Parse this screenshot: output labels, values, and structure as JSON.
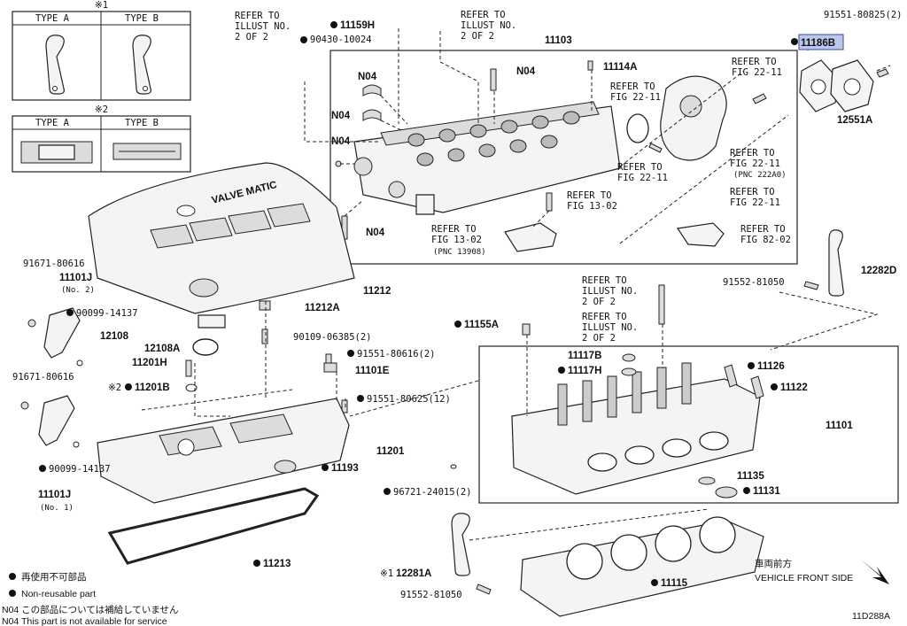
{
  "legend": {
    "type_table_1": {
      "mark": "※1",
      "col_a": "TYPE A",
      "col_b": "TYPE B"
    },
    "type_table_2": {
      "mark": "※2",
      "col_a": "TYPE A",
      "col_b": "TYPE B"
    },
    "reuse_jp": "再使用不可部品",
    "reuse_en": "Non-reusable part",
    "n04_jp": "N04  この部品については補給していません",
    "n04_en": "N04  This part is not available for service",
    "front_jp": "車両前方",
    "front_en": "VEHICLE FRONT SIDE",
    "figure_id": "11D288A"
  },
  "refs": {
    "illust_2of2_a": [
      "REFER TO",
      "ILLUST NO.",
      "2 OF 2"
    ],
    "illust_2of2_b": [
      "REFER TO",
      "ILLUST NO.",
      "2 OF 2"
    ],
    "illust_2of2_c": [
      "REFER TO",
      "ILLUST NO.",
      "2 OF 2"
    ],
    "illust_2of2_d": [
      "REFER TO",
      "ILLUST NO.",
      "2 OF 2"
    ],
    "fig22_11_a": [
      "REFER TO",
      "FIG 22-11"
    ],
    "fig22_11_b": [
      "REFER TO",
      "FIG 22-11"
    ],
    "fig22_11_c": [
      "REFER TO",
      "FIG 22-11"
    ],
    "fig22_11_d": [
      "REFER TO",
      "FIG 22-11",
      "(PNC 222A0)"
    ],
    "fig22_11_e": [
      "REFER TO",
      "FIG 22-11"
    ],
    "fig13_02_a": [
      "REFER TO",
      "FIG 13-02"
    ],
    "fig13_02_b": [
      "REFER TO",
      "FIG 13-02",
      "(PNC 13908)"
    ],
    "fig82_02": [
      "REFER TO",
      "FIG 82-02"
    ]
  },
  "parts": {
    "p11159H": "11159H",
    "p90430": "90430-10024",
    "p11103": "11103",
    "p11114A": "11114A",
    "p11186B": "11186B",
    "p91551_80825_2": "91551-80825(2)",
    "p12551A": "12551A",
    "n04_a": "N04",
    "n04_b": "N04",
    "n04_c": "N04",
    "n04_d": "N04",
    "n04_e": "N04",
    "p91671_a": "91671-80616",
    "p11101J_2": "11101J",
    "p11101J_2_sub": "(No. 2)",
    "p90099_a": "90099-14137",
    "p11212": "11212",
    "p11212A": "11212A",
    "p12108": "12108",
    "p12108A": "12108A",
    "p90109": "90109-06385(2)",
    "p11201H": "11201H",
    "p91551_80616_2": "91551-80616(2)",
    "p11101E": "11101E",
    "p11201B": "11201B",
    "p91551_80625_12": "91551-80625(12)",
    "p91671_b": "91671-80616",
    "p90099_b": "90099-14137",
    "p11101J_1": "11101J",
    "p11101J_1_sub": "(No. 1)",
    "p11201": "11201",
    "p11193": "11193",
    "p96721": "96721-24015(2)",
    "p11213": "11213",
    "p12281A": "12281A",
    "p91552_b": "91552-81050",
    "p11115": "11115",
    "p12282D": "12282D",
    "p91552_a": "91552-81050",
    "p11155A": "11155A",
    "p11117B": "11117B",
    "p11117H": "11117H",
    "p11126": "11126",
    "p11122": "11122",
    "p11101": "11101",
    "p11135": "11135",
    "p11131": "11131"
  },
  "cover_text": "VALVE MATIC"
}
